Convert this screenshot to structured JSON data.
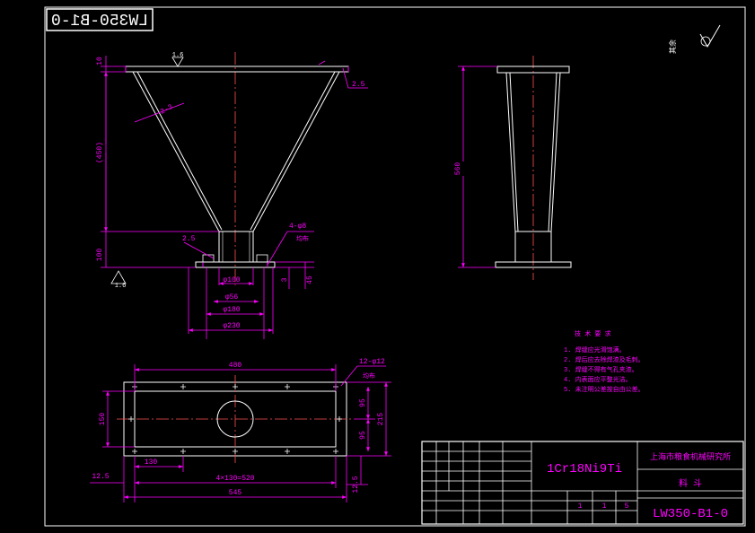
{
  "colors": {
    "background": "#000000",
    "geometry": "#ffffff",
    "dimension": "#ff00ff",
    "center": "#ff5050",
    "accent": "#ffff00"
  },
  "header_code": "LW350-B1-0",
  "front_view": {
    "dims": {
      "h_top": "10",
      "h_cone": "(450)",
      "h_bottom": "100",
      "d_inner": "φ100",
      "d_56": "φ56",
      "d_180": "φ180",
      "d_230": "φ230",
      "h_3": "3",
      "h_45": "45",
      "thk_cone": "2-3",
      "t_right": "2.5",
      "t_left": "2.5",
      "holes": "4-φ8",
      "uniform": "均布"
    },
    "datum_top": "1.6",
    "datum_bottom": "1.6"
  },
  "side_view": {
    "height": "560"
  },
  "plan_view": {
    "dims": {
      "w_inner": "480",
      "holes": "12-φ12",
      "uniform": "均布",
      "h_150": "150",
      "h_95_a": "95",
      "h_95_b": "95",
      "h_215": "215",
      "w_130": "130",
      "w_pitch": "4×130=520",
      "w_545": "545",
      "off_125": "12.5",
      "h_125": "12.5"
    }
  },
  "roughness": {
    "label": "其余"
  },
  "tech_req": {
    "title": "技 术 要 求",
    "items": [
      "1. 焊缝应光滑饱满。",
      "2. 焊后应去除焊渣及毛刺。",
      "3. 焊缝不得有气孔夹渣。",
      "4. 内表面应平整光洁。",
      "5. 未注明公差按自由公差。"
    ]
  },
  "title_block": {
    "material": "1Cr18Ni9Ti",
    "company": "上海市粮食机械研究所",
    "part_name": "料 斗",
    "drawing_no": "LW350-B1-0",
    "scale": "1",
    "sheet": "1",
    "sheets_total": "5"
  }
}
